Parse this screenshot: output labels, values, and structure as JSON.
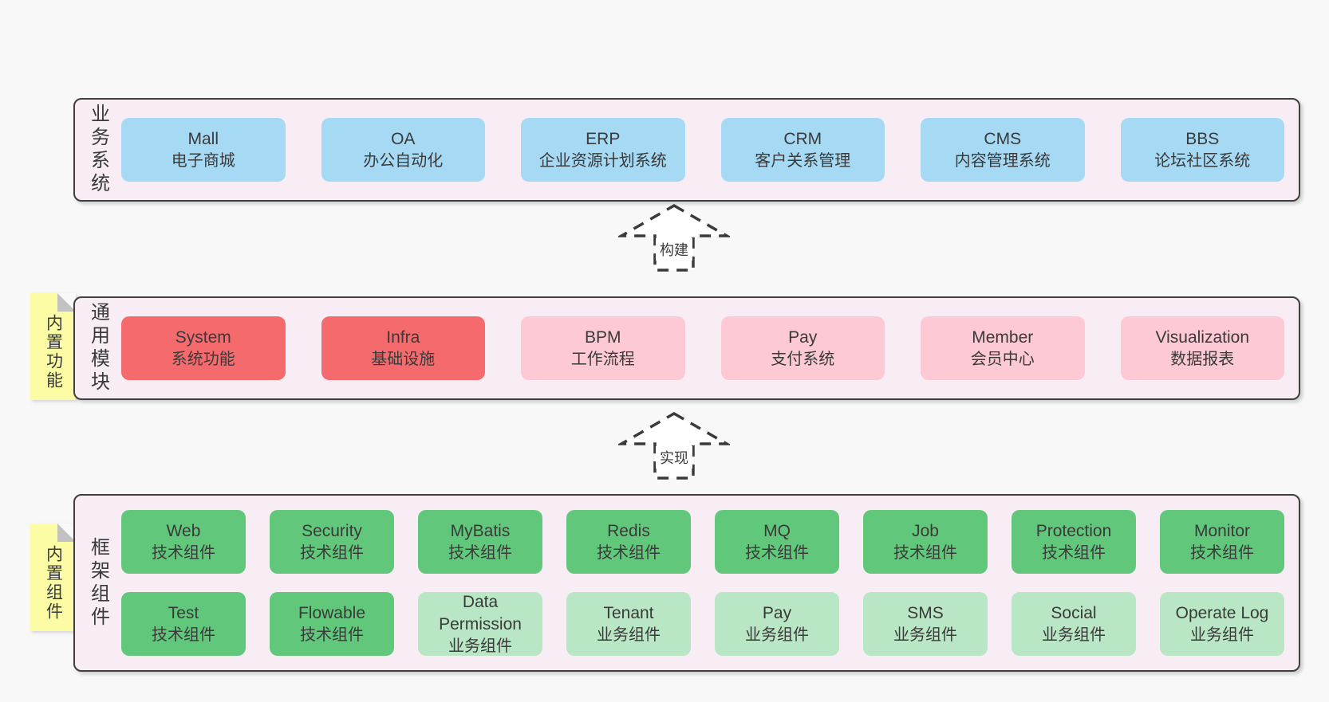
{
  "colors": {
    "page_background": "#f8f8f8",
    "band_background": "#f8ecf5",
    "band_border": "#3f3f3f",
    "business_box": "#a6d9f3",
    "module_core_box": "#f56b6d",
    "module_plugin_box": "#fcc9d4",
    "tech_component_box": "#61c77b",
    "biz_component_box": "#b9e6c4",
    "sticky_note": "#fbfca4",
    "sticky_fold": "#c2c2c2",
    "text": "#3a3a3a"
  },
  "arrows": [
    {
      "label": "构建"
    },
    {
      "label": "实现"
    }
  ],
  "bands": {
    "business": {
      "label": "业务系统",
      "items": [
        {
          "title": "Mall",
          "subtitle": "电子商城"
        },
        {
          "title": "OA",
          "subtitle": "办公自动化"
        },
        {
          "title": "ERP",
          "subtitle": "企业资源计划系统"
        },
        {
          "title": "CRM",
          "subtitle": "客户关系管理"
        },
        {
          "title": "CMS",
          "subtitle": "内容管理系统"
        },
        {
          "title": "BBS",
          "subtitle": "论坛社区系统"
        }
      ]
    },
    "modules": {
      "label": "通用模块",
      "sticky": "内置功能",
      "items": [
        {
          "title": "System",
          "subtitle": "系统功能",
          "variant": "red"
        },
        {
          "title": "Infra",
          "subtitle": "基础设施",
          "variant": "red"
        },
        {
          "title": "BPM",
          "subtitle": "工作流程",
          "variant": "pink"
        },
        {
          "title": "Pay",
          "subtitle": "支付系统",
          "variant": "pink"
        },
        {
          "title": "Member",
          "subtitle": "会员中心",
          "variant": "pink"
        },
        {
          "title": "Visualization",
          "subtitle": "数据报表",
          "variant": "pink"
        }
      ]
    },
    "framework": {
      "label": "框架组件",
      "sticky": "内置组件",
      "rows": [
        [
          {
            "title": "Web",
            "subtitle": "技术组件",
            "variant": "green"
          },
          {
            "title": "Security",
            "subtitle": "技术组件",
            "variant": "green"
          },
          {
            "title": "MyBatis",
            "subtitle": "技术组件",
            "variant": "green"
          },
          {
            "title": "Redis",
            "subtitle": "技术组件",
            "variant": "green"
          },
          {
            "title": "MQ",
            "subtitle": "技术组件",
            "variant": "green"
          },
          {
            "title": "Job",
            "subtitle": "技术组件",
            "variant": "green"
          },
          {
            "title": "Protection",
            "subtitle": "技术组件",
            "variant": "green"
          },
          {
            "title": "Monitor",
            "subtitle": "技术组件",
            "variant": "green"
          }
        ],
        [
          {
            "title": "Test",
            "subtitle": "技术组件",
            "variant": "green"
          },
          {
            "title": "Flowable",
            "subtitle": "技术组件",
            "variant": "green"
          },
          {
            "title": "Data Permission",
            "subtitle": "业务组件",
            "variant": "lightgreen"
          },
          {
            "title": "Tenant",
            "subtitle": "业务组件",
            "variant": "lightgreen"
          },
          {
            "title": "Pay",
            "subtitle": "业务组件",
            "variant": "lightgreen"
          },
          {
            "title": "SMS",
            "subtitle": "业务组件",
            "variant": "lightgreen"
          },
          {
            "title": "Social",
            "subtitle": "业务组件",
            "variant": "lightgreen"
          },
          {
            "title": "Operate Log",
            "subtitle": "业务组件",
            "variant": "lightgreen"
          }
        ]
      ]
    }
  }
}
